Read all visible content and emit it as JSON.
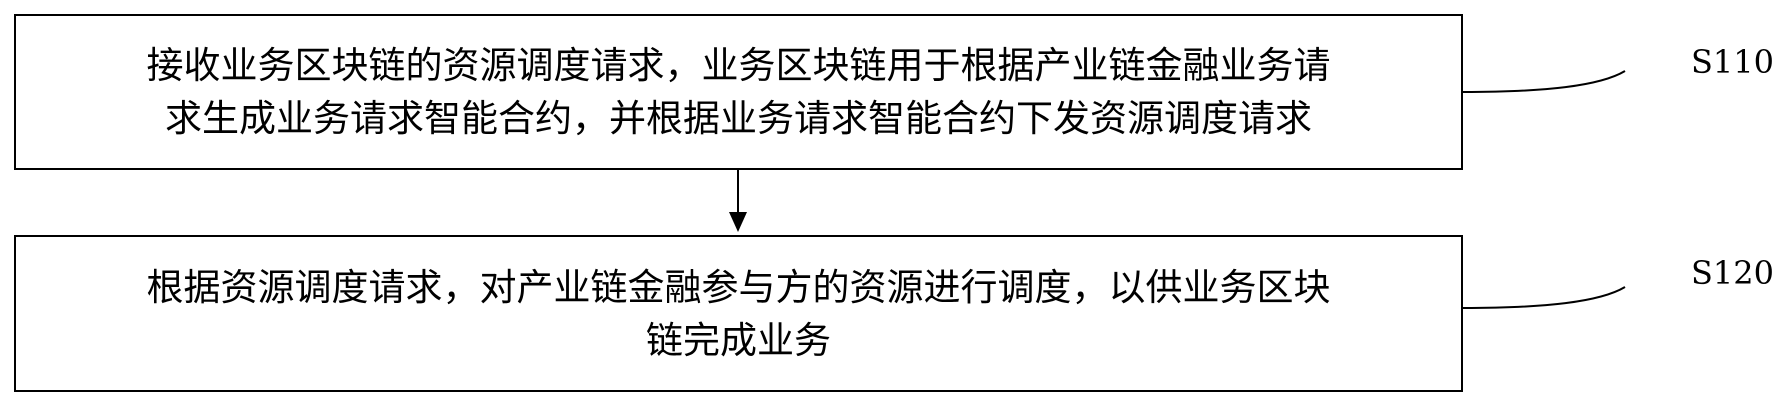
{
  "steps": [
    {
      "id": "S110",
      "text": "接收业务区块链的资源调度请求，业务区块链用于根据产业链金融业务请\n求生成业务请求智能合约，并根据业务请求智能合约下发资源调度请求"
    },
    {
      "id": "S120",
      "text": "根据资源调度请求，对产业链金融参与方的资源进行调度，以供业务区块\n链完成业务"
    }
  ],
  "colors": {
    "line": "#000000",
    "background": "#ffffff"
  }
}
